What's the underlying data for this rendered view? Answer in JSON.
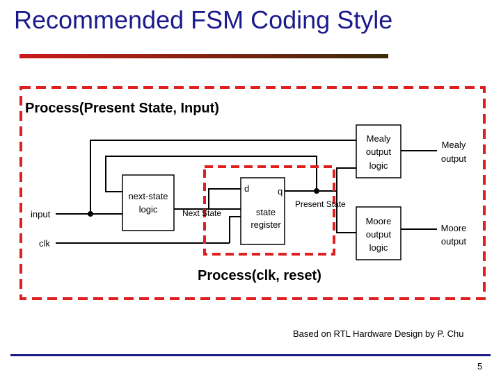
{
  "slide": {
    "title": "Recommended FSM Coding Style",
    "credit": "Based on RTL Hardware Design by P. Chu",
    "page_number": "5"
  },
  "diagram": {
    "outer_label": "Process(Present State, Input)",
    "inner_label": "Process(clk, reset)",
    "signals": {
      "input": "input",
      "clk": "clk",
      "next_state": "Next State",
      "present_state": "Present State",
      "d": "d",
      "q": "q"
    },
    "blocks": {
      "next_state_logic": [
        "next-state",
        "logic"
      ],
      "state_register": [
        "state",
        "register"
      ],
      "mealy_logic": [
        "Mealy",
        "output",
        "logic"
      ],
      "moore_logic": [
        "Moore",
        "output",
        "logic"
      ]
    },
    "outputs": {
      "mealy": [
        "Mealy",
        "output"
      ],
      "moore": [
        "Moore",
        "output"
      ]
    },
    "colors": {
      "title": "#1a1a8c",
      "dashed_box": "#e02020",
      "wire": "#000000",
      "block_fill": "#ffffff"
    }
  }
}
